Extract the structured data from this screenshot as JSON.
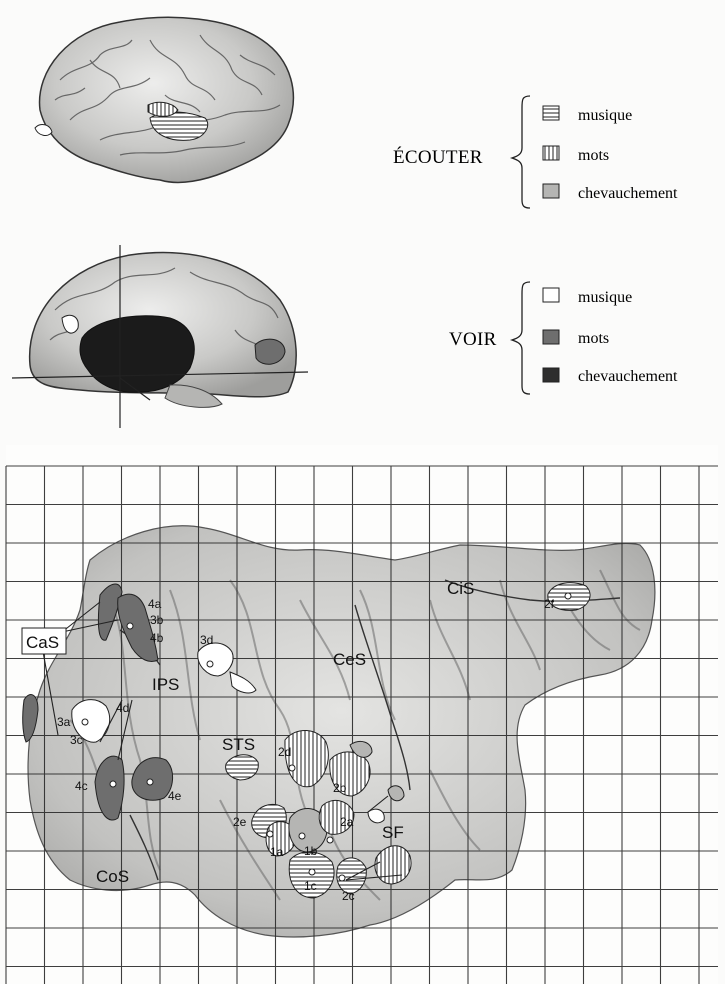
{
  "legend_listen": {
    "group": "ÉCOUTER",
    "items": [
      {
        "label": "musique",
        "pattern": "horizontal-hatch"
      },
      {
        "label": "mots",
        "pattern": "vertical-hatch"
      },
      {
        "label": "chevauchement",
        "pattern": "light-grey"
      }
    ]
  },
  "legend_see": {
    "group": "VOIR",
    "items": [
      {
        "label": "musique",
        "pattern": "white"
      },
      {
        "label": "mots",
        "pattern": "mid-grey"
      },
      {
        "label": "chevauchement",
        "pattern": "dark-grey"
      }
    ]
  },
  "sulci": {
    "cas": "CaS",
    "ips": "IPS",
    "sts": "STS",
    "ces": "CeS",
    "cis": "CiS",
    "cos": "CoS",
    "sf": "SF"
  },
  "spots": {
    "s4a": "4a",
    "s3b": "3b",
    "s4b": "4b",
    "s3d": "3d",
    "s3a": "3a",
    "s3c": "3c",
    "s4d": "4d",
    "s4c": "4c",
    "s4e": "4e",
    "s2d": "2d",
    "s2b": "2b",
    "s2e": "2e",
    "s1a": "1a",
    "s1b": "1b",
    "s2a": "2a",
    "s1c": "1c",
    "s2c": "2c",
    "s2f": "2f"
  },
  "colors": {
    "ink": "#1e1e1e",
    "brain_light": "#d8d8d6",
    "brain_mid": "#a9a9a7",
    "words_grey": "#7a7a7a",
    "overlap_dark": "#3a3a3a",
    "grid": "#2a2a2a"
  }
}
